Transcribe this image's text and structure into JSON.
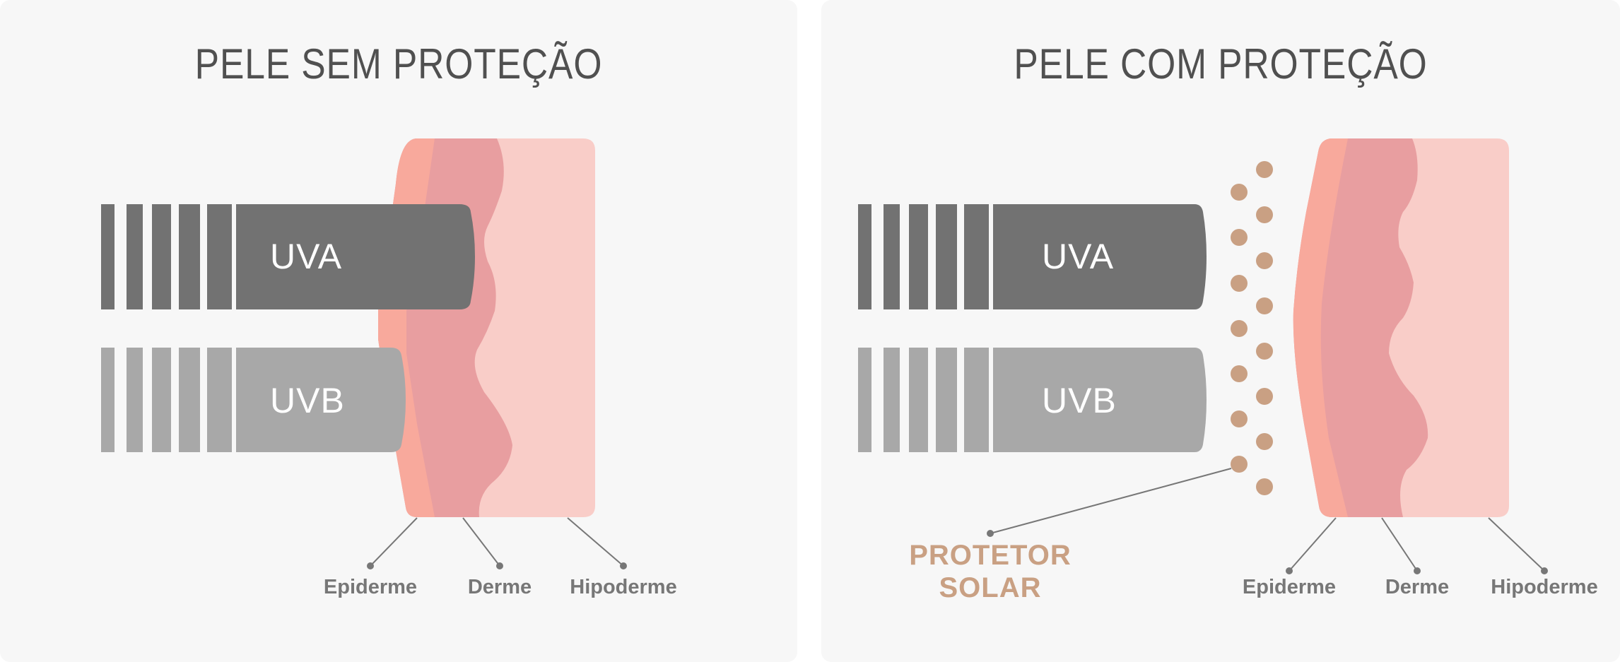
{
  "panels": {
    "left": {
      "title": "PELE SEM PROTEÇÃO",
      "rays": {
        "uva": "UVA",
        "uvb": "UVB"
      },
      "layers": {
        "epiderme": "Epiderme",
        "derme": "Derme",
        "hipoderme": "Hipoderme"
      }
    },
    "right": {
      "title": "PELE COM PROTEÇÃO",
      "rays": {
        "uva": "UVA",
        "uvb": "UVB"
      },
      "protetor": {
        "line1": "PROTETOR",
        "line2": "SOLAR"
      },
      "layers": {
        "epiderme": "Epiderme",
        "derme": "Derme",
        "hipoderme": "Hipoderme"
      }
    }
  },
  "colors": {
    "panel_bg": "#f7f7f7",
    "uva": "#727272",
    "uvb": "#a8a8a8",
    "epiderme": "#f8a99c",
    "derme": "#e89ea0",
    "hipoderme": "#f9cdc8",
    "protetor": "#c9a083",
    "leader_line": "#777777",
    "title": "#505050"
  }
}
